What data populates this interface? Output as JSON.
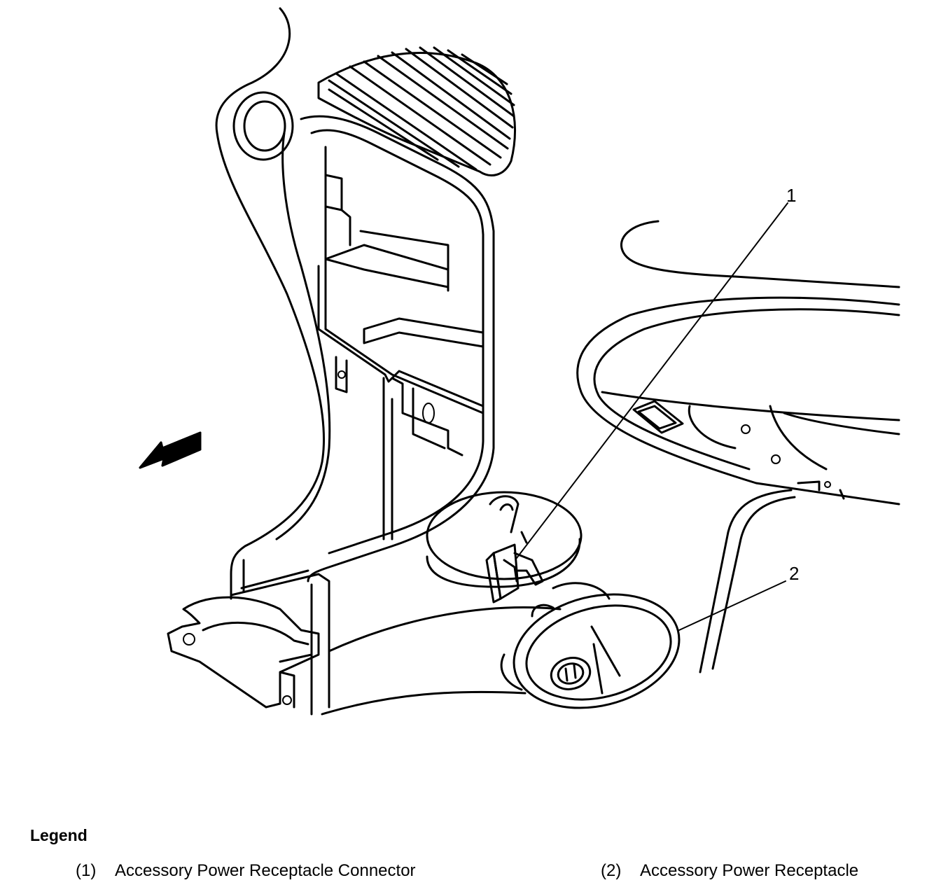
{
  "diagram": {
    "callouts": [
      {
        "id": "1"
      },
      {
        "id": "2"
      }
    ]
  },
  "legend": {
    "title": "Legend",
    "items": [
      {
        "number": "(1)",
        "label": "Accessory Power Receptacle Connector"
      },
      {
        "number": "(2)",
        "label": "Accessory Power Receptacle"
      }
    ]
  }
}
